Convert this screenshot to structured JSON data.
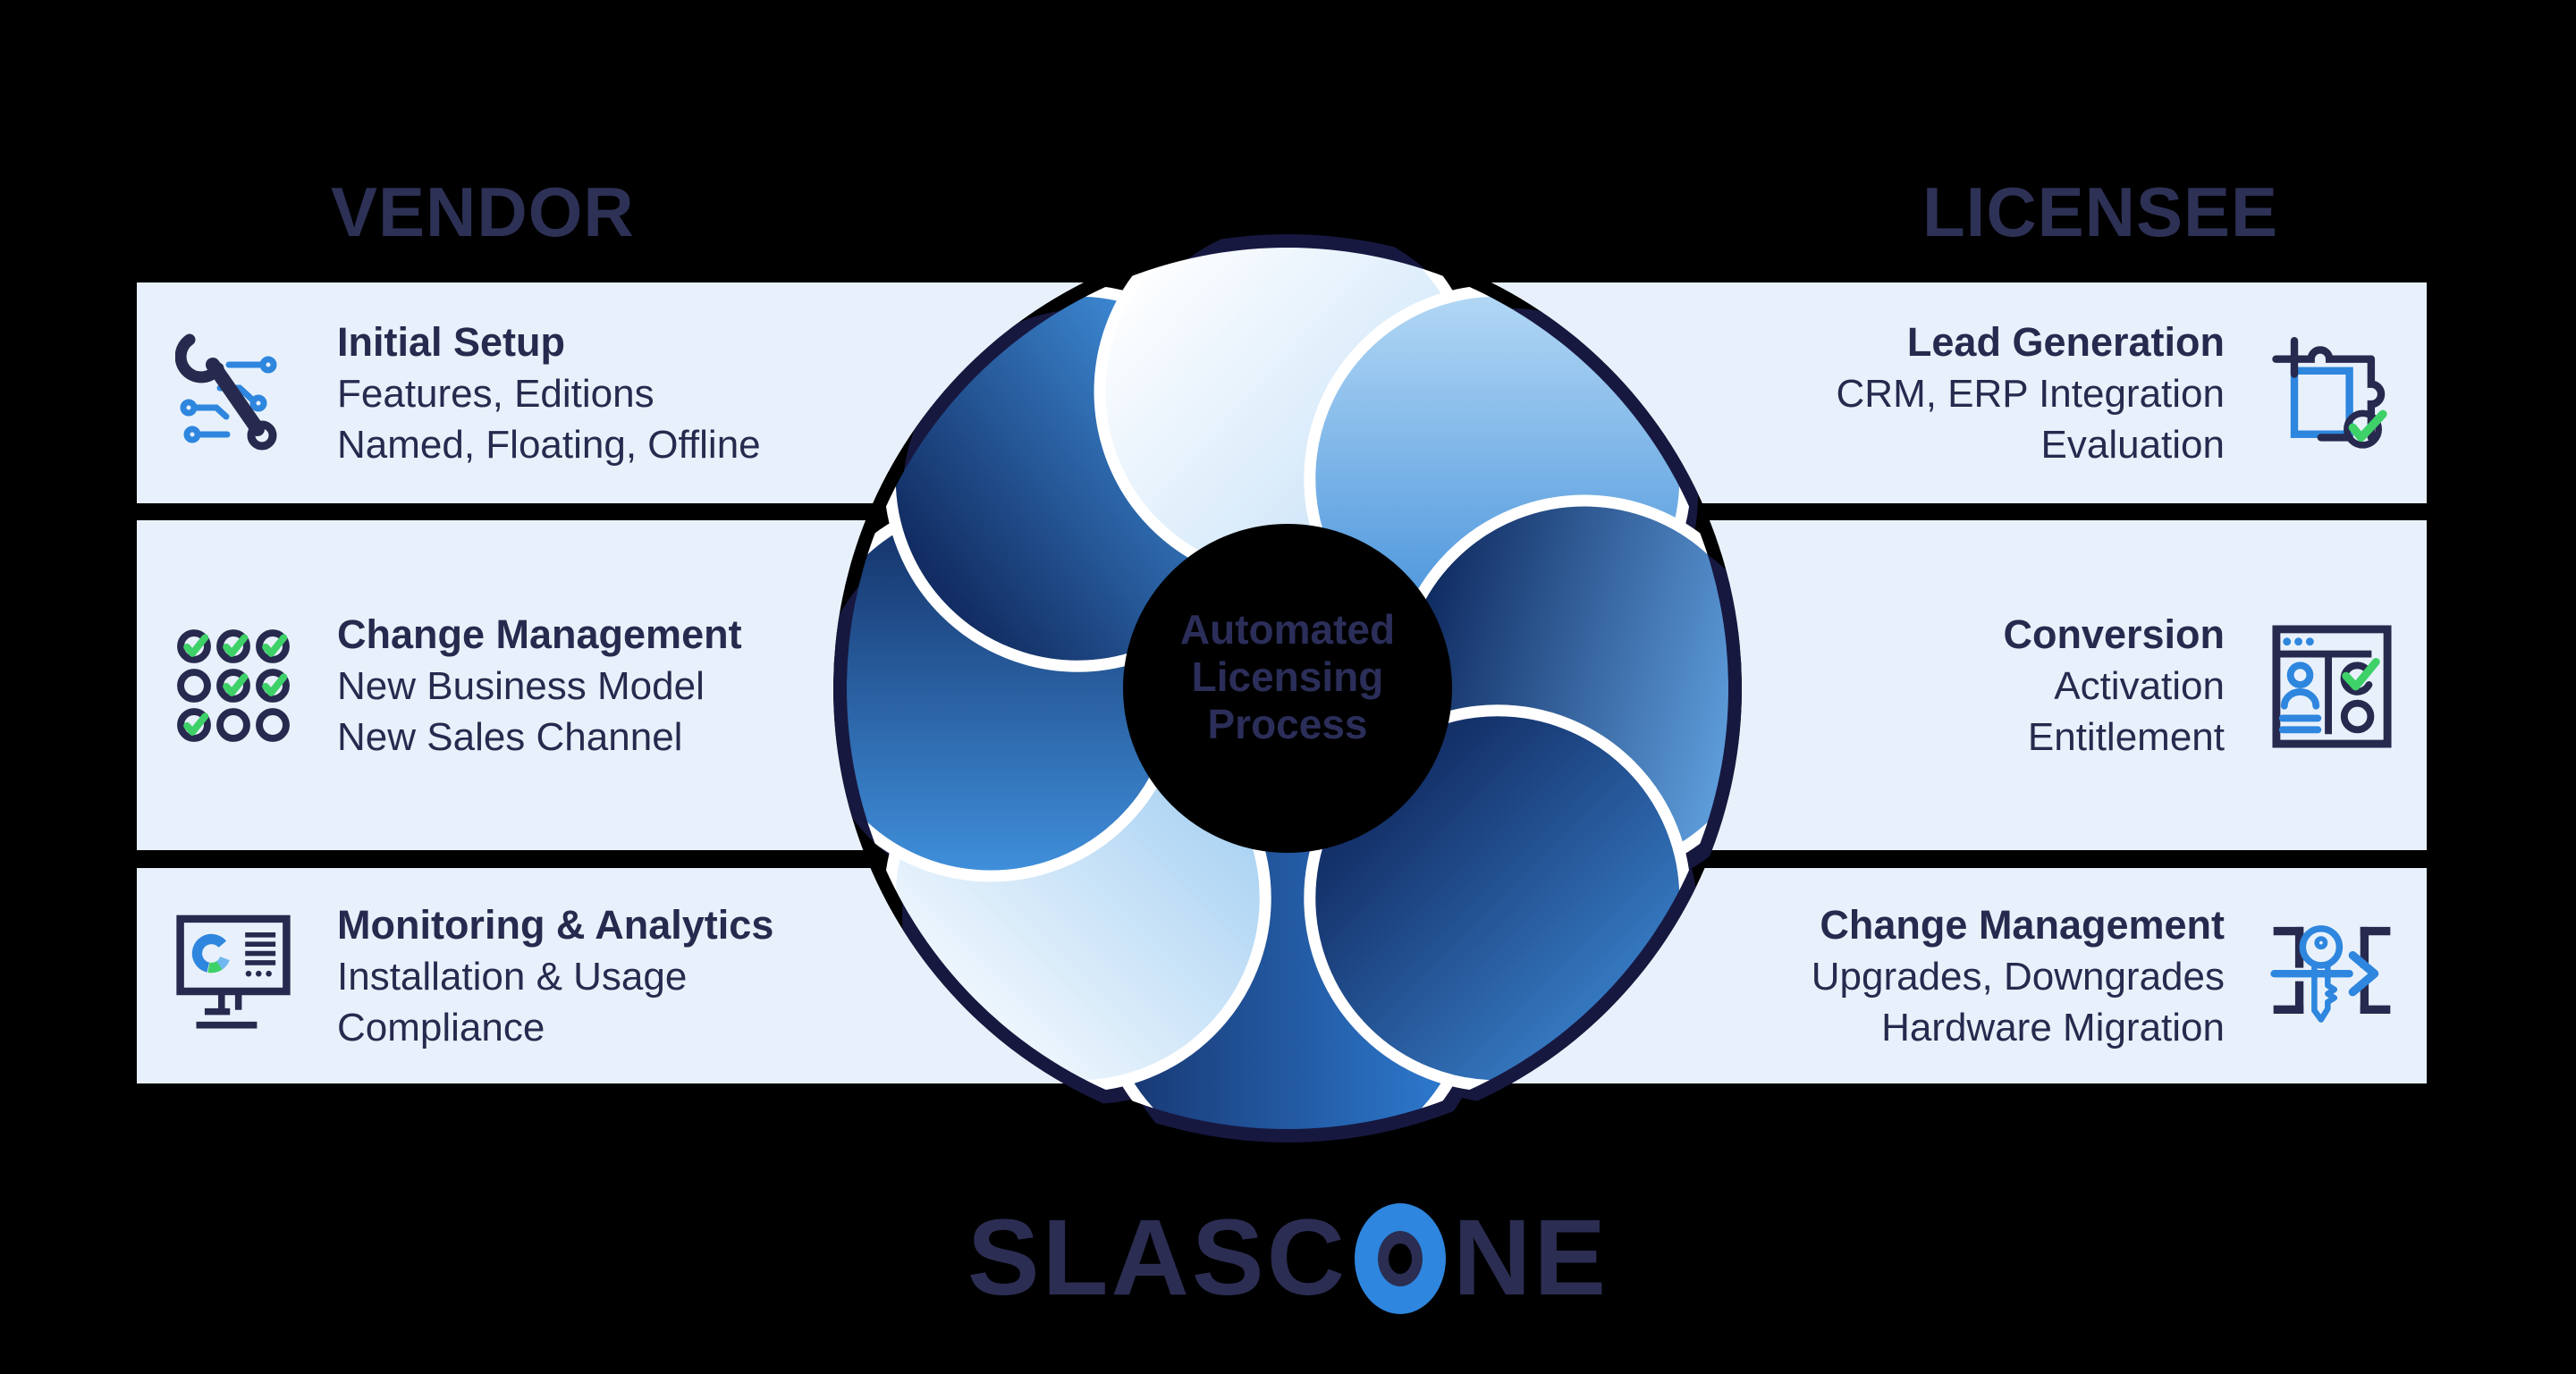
{
  "colors": {
    "background": "#000000",
    "band": "#e8f1fb",
    "navy": "#272a4e",
    "heading_navy": "#2e3156",
    "blue": "#2e86de",
    "green": "#3ed168",
    "logo_navy": "#2b2d52"
  },
  "headers": {
    "vendor": "VENDOR",
    "licensee": "LICENSEE"
  },
  "vendor_rows": [
    {
      "icon": "wrench-circuit-icon",
      "title": "Initial Setup",
      "line1": "Features, Editions",
      "line2": "Named, Floating, Offline"
    },
    {
      "icon": "check-grid-icon",
      "title": "Change Management",
      "line1": "New Business Model",
      "line2": "New Sales Channel"
    },
    {
      "icon": "monitor-analytics-icon",
      "title": "Monitoring & Analytics",
      "line1": "Installation & Usage",
      "line2": "Compliance"
    }
  ],
  "licensee_rows": [
    {
      "icon": "puzzle-check-icon",
      "title": "Lead Generation",
      "line1": "CRM, ERP Integration",
      "line2": "Evaluation"
    },
    {
      "icon": "profile-card-check-icon",
      "title": "Conversion",
      "line1": "Activation",
      "line2": "Entitlement"
    },
    {
      "icon": "key-migration-icon",
      "title": "Change Management",
      "line1": "Upgrades, Downgrades",
      "line2": "Hardware Migration"
    }
  ],
  "center": {
    "line1": "Automated",
    "line2": "Licensing",
    "line3": "Process"
  },
  "logo": {
    "part1": "SLASC",
    "part2": "NE"
  }
}
